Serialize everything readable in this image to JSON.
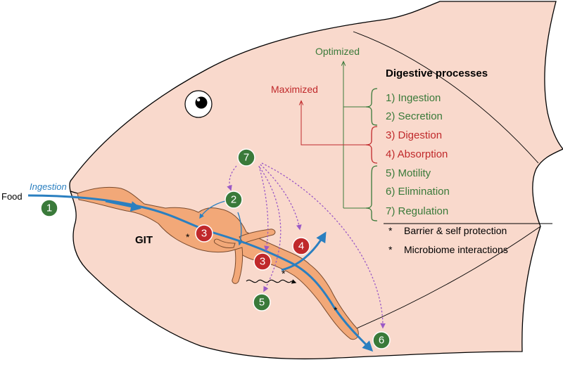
{
  "title": "Digestive processes",
  "labels": {
    "food": "Food",
    "ingestion": "Ingestion",
    "git": "GIT",
    "optimized": "Optimized",
    "maximized": "Maximized"
  },
  "processes": [
    {
      "text": "1)  Ingestion",
      "group": "optimized"
    },
    {
      "text": "2)  Secretion",
      "group": "optimized"
    },
    {
      "text": "3)  Digestion",
      "group": "maximized"
    },
    {
      "text": "4)  Absorption",
      "group": "maximized"
    },
    {
      "text": "5)  Motility",
      "group": "optimized"
    },
    {
      "text": "6)  Elimination",
      "group": "optimized"
    },
    {
      "text": "7)  Regulation",
      "group": "optimized"
    }
  ],
  "notes": [
    {
      "mark": "*",
      "text": "Barrier & self protection"
    },
    {
      "mark": "*",
      "text": "Microbiome interactions"
    }
  ],
  "markers": [
    "1",
    "2",
    "3",
    "3",
    "4",
    "5",
    "6",
    "7"
  ],
  "asterisk": "*",
  "colors": {
    "fish_fill": "#f9d9cc",
    "gut_fill": "#f2a878",
    "green": "#3a7a3a",
    "red": "#c0292b",
    "blue": "#2a7fc0",
    "purple": "#9b59c6",
    "black": "#000000"
  }
}
